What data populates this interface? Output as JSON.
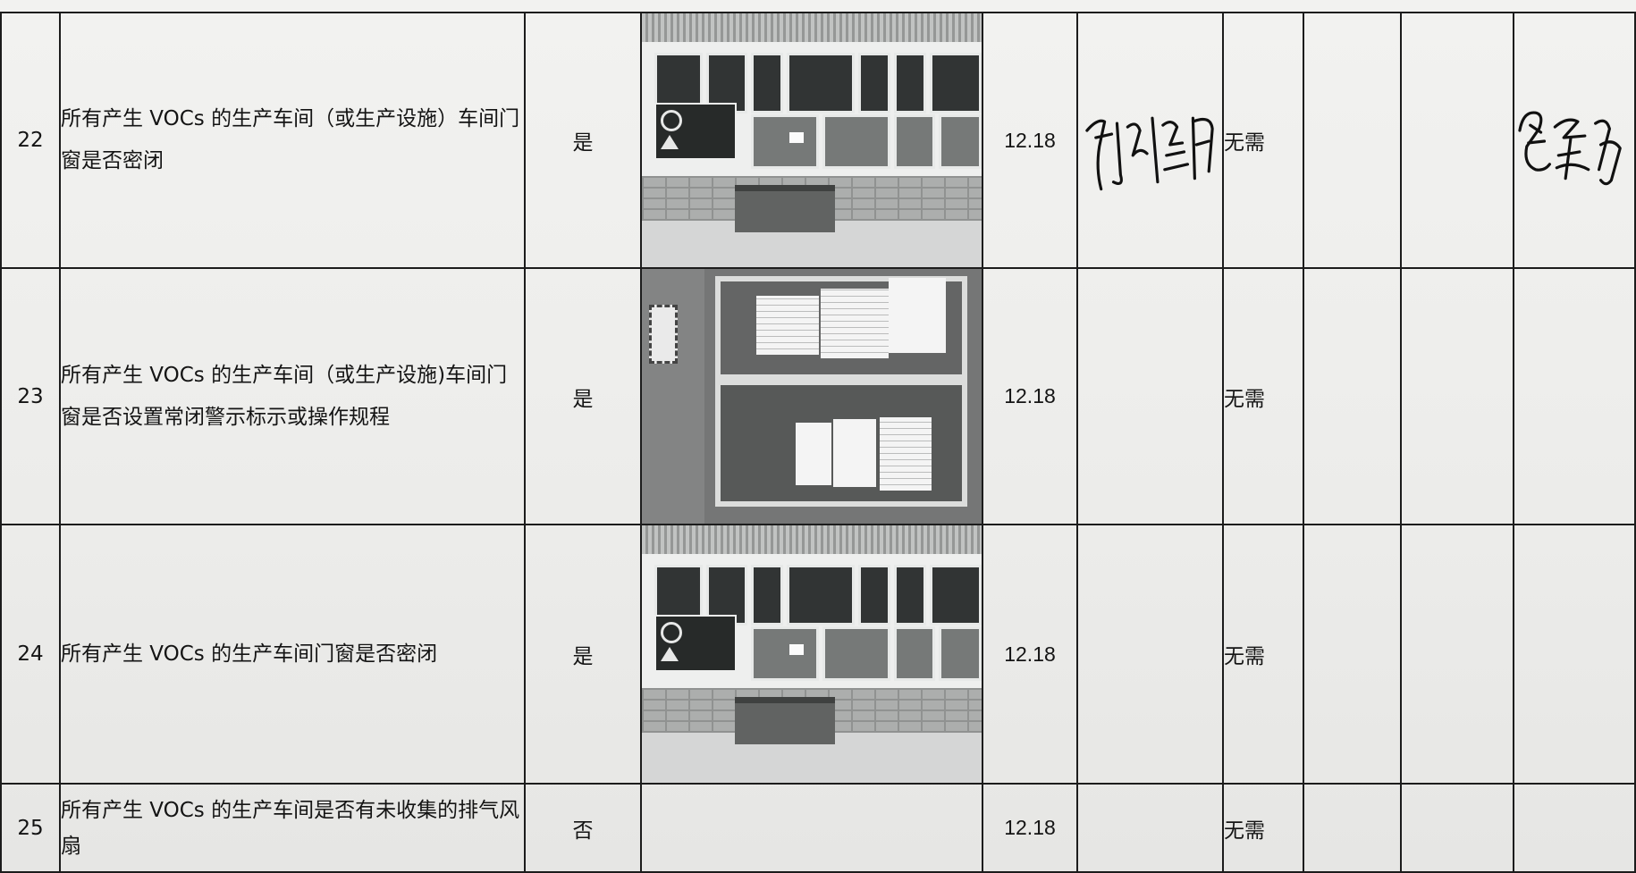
{
  "rows": [
    {
      "no": "22",
      "item": "所有产生 VOCs 的生产车间（或生产设施）车间门窗是否密闭",
      "answer": "是",
      "date": "12.18",
      "note": "无需",
      "photo": "factory-wall-photo",
      "signature": "陈淮阳",
      "signature2": "包承东"
    },
    {
      "no": "23",
      "item": "所有产生 VOCs 的生产车间（或生产设施)车间门窗是否设置常闭警示标示或操作规程",
      "answer": "是",
      "date": "12.18",
      "note": "无需",
      "photo": "notice-board-photo"
    },
    {
      "no": "24",
      "item": "所有产生 VOCs 的生产车间门窗是否密闭",
      "answer": "是",
      "date": "12.18",
      "note": "无需",
      "photo": "factory-wall-photo"
    },
    {
      "no": "25",
      "item": "所有产生 VOCs 的生产车间是否有未收集的排气风扇",
      "answer": "否",
      "date": "12.18",
      "note": "无需"
    }
  ],
  "colors": {
    "ink": "#141414",
    "grid": "#1c1c1c",
    "paper": "#efefed"
  }
}
